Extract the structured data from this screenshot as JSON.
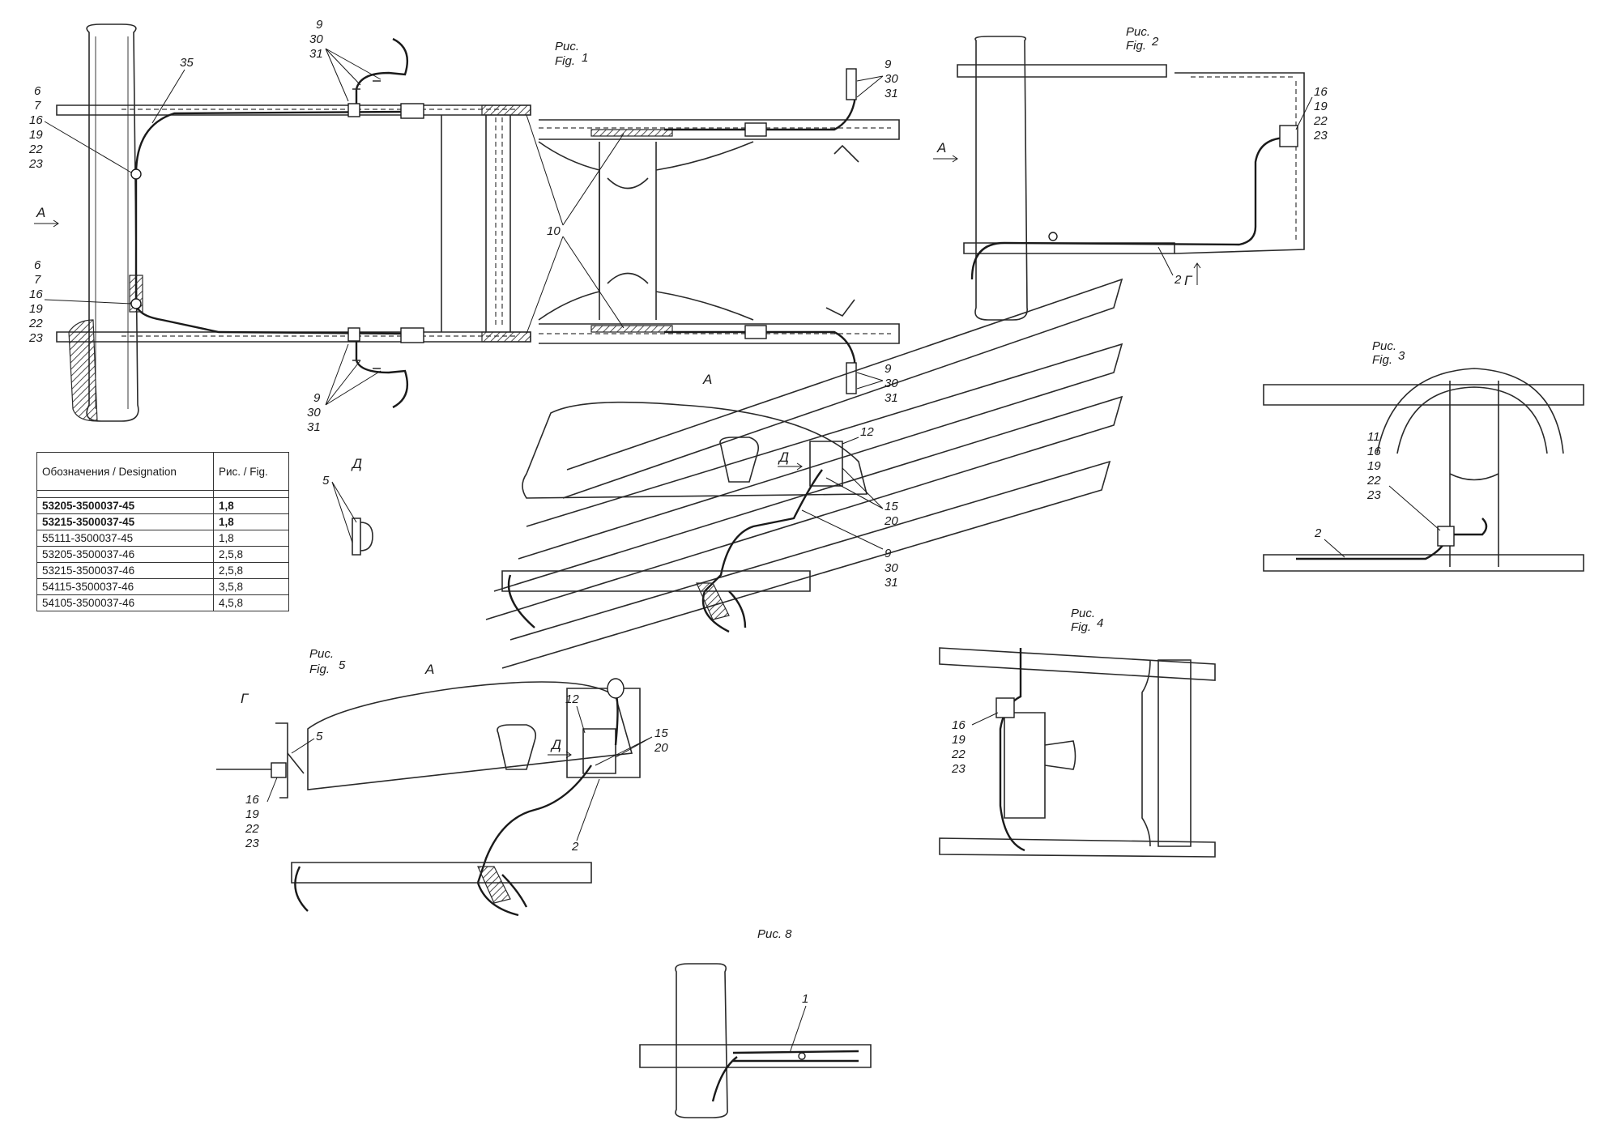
{
  "figures": {
    "fig1": {
      "title_ru": "Рис.",
      "title_en": "Fig.",
      "number": "1"
    },
    "fig2": {
      "title_ru": "Рис.",
      "title_en": "Fig.",
      "number": "2"
    },
    "fig3": {
      "title_ru": "Рис.",
      "title_en": "Fig.",
      "number": "3"
    },
    "fig4": {
      "title_ru": "Рис.",
      "title_en": "Fig.",
      "number": "4"
    },
    "fig5": {
      "title_ru": "Рис.",
      "title_en": "Fig.",
      "number": "5"
    },
    "fig8": {
      "title": "Рис. 8"
    }
  },
  "view_labels": {
    "A": "A",
    "D": "Д",
    "G": "Г"
  },
  "callouts": {
    "n1": "1",
    "n2": "2",
    "n5": "5",
    "n6": "6",
    "n7": "7",
    "n9": "9",
    "n10": "10",
    "n11": "11",
    "n12": "12",
    "n15": "15",
    "n16": "16",
    "n19": "19",
    "n20": "20",
    "n22": "22",
    "n23": "23",
    "n30": "30",
    "n31": "31",
    "n35": "35"
  },
  "legend": {
    "header": {
      "designation": "Обозначения / Designation",
      "figure": "Рис. / Fig."
    },
    "rows": [
      {
        "designation": "53205-3500037-45",
        "figure": "1,8",
        "bold": true
      },
      {
        "designation": "53215-3500037-45",
        "figure": "1,8",
        "bold": true
      },
      {
        "designation": "55111-3500037-45",
        "figure": "1,8",
        "bold": false
      },
      {
        "designation": "53205-3500037-46",
        "figure": "2,5,8",
        "bold": false
      },
      {
        "designation": "53215-3500037-46",
        "figure": "2,5,8",
        "bold": false
      },
      {
        "designation": "54115-3500037-46",
        "figure": "3,5,8",
        "bold": false
      },
      {
        "designation": "54105-3500037-46",
        "figure": "4,5,8",
        "bold": false
      }
    ]
  }
}
